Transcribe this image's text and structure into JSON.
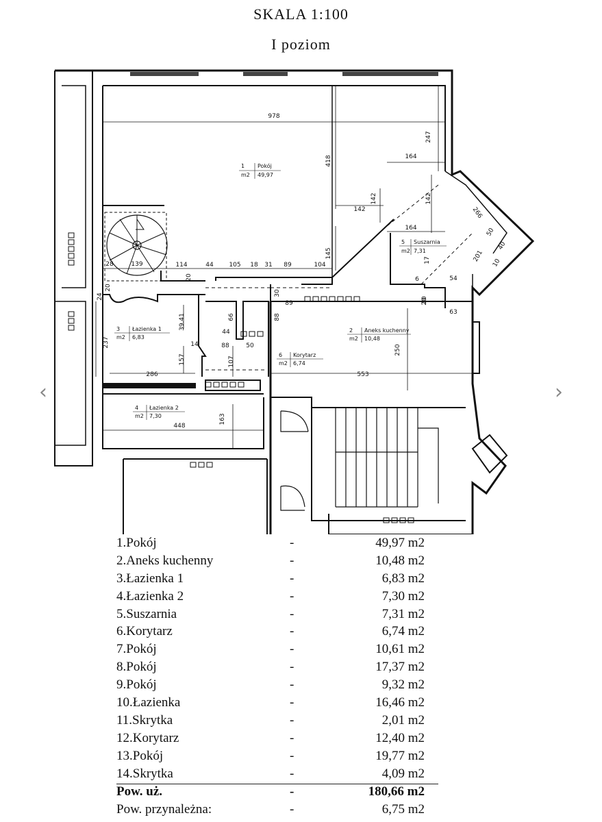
{
  "header": {
    "scale": "SKALA 1:100",
    "level": "I poziom"
  },
  "plan": {
    "rooms": [
      {
        "no": "1",
        "name": "Pokój",
        "area": "49,97"
      },
      {
        "no": "2",
        "name": "Aneks kuchenny",
        "area": "10,48"
      },
      {
        "no": "3",
        "name": "Łazienka 1",
        "area": "6,83"
      },
      {
        "no": "4",
        "name": "Łazienka 2",
        "area": "7,30"
      },
      {
        "no": "5",
        "name": "Suszarnia",
        "area": "7,31"
      },
      {
        "no": "6",
        "name": "Korytarz",
        "area": "6,74"
      }
    ],
    "unit": "m2",
    "dims": [
      "978",
      "247",
      "418",
      "164",
      "142",
      "142",
      "142",
      "164",
      "266",
      "145",
      "104",
      "89",
      "31",
      "18",
      "105",
      "44",
      "114",
      "139",
      "28",
      "20",
      "24",
      "20",
      "39.41",
      "14",
      "66",
      "44",
      "88",
      "50",
      "107",
      "157",
      "237",
      "286",
      "89",
      "20",
      "88",
      "30",
      "553",
      "250",
      "63",
      "54",
      "6",
      "20",
      "201",
      "10",
      "50",
      "40",
      "17",
      "448",
      "163"
    ],
    "nav": {
      "prev": "‹",
      "next": "›"
    }
  },
  "areas": [
    {
      "name": "1.Pokój",
      "value": "49,97 m2"
    },
    {
      "name": "2.Aneks kuchenny",
      "value": "10,48 m2"
    },
    {
      "name": "3.Łazienka 1",
      "value": "6,83 m2"
    },
    {
      "name": "4.Łazienka 2",
      "value": "7,30 m2"
    },
    {
      "name": "5.Suszarnia",
      "value": "7,31 m2"
    },
    {
      "name": "6.Korytarz",
      "value": "6,74 m2"
    },
    {
      "name": "7.Pokój",
      "value": "10,61 m2"
    },
    {
      "name": "8.Pokój",
      "value": "17,37 m2"
    },
    {
      "name": "9.Pokój",
      "value": "9,32 m2"
    },
    {
      "name": "10.Łazienka",
      "value": "16,46 m2"
    },
    {
      "name": "11.Skrytka",
      "value": "2,01 m2"
    },
    {
      "name": "12.Korytarz",
      "value": "12,40 m2"
    },
    {
      "name": "13.Pokój",
      "value": "19,77 m2"
    },
    {
      "name": "14.Skrytka",
      "value": "4,09 m2"
    }
  ],
  "totals": [
    {
      "name": "Pow. uż.",
      "value": "180,66 m2"
    },
    {
      "name": "Pow. przynależna:",
      "value": "6,75 m2"
    }
  ],
  "dash": "-"
}
